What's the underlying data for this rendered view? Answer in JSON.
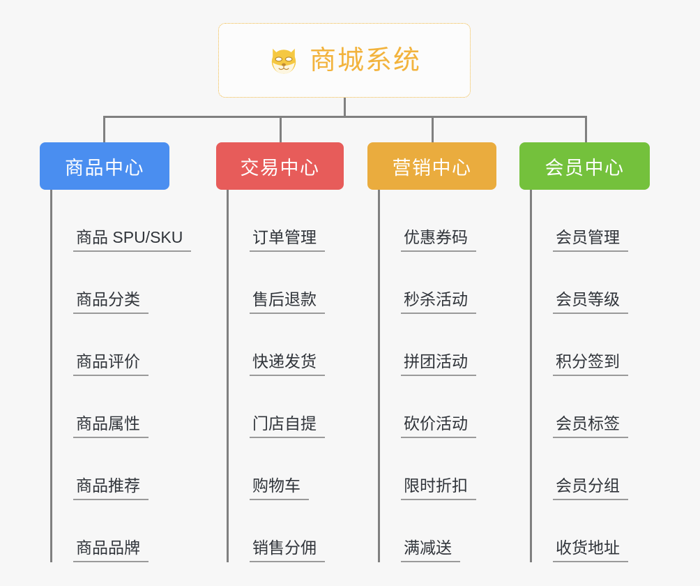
{
  "root": {
    "title": "商城系统",
    "icon": "dog-face-icon",
    "border_color": "#f0b840",
    "text_color": "#f2b33d"
  },
  "colors": {
    "background": "#f7f7f7",
    "connector": "#808080",
    "leaf_text": "#30343a",
    "leaf_underline": "#9a9a9a"
  },
  "columns": [
    {
      "label": "商品中心",
      "color": "#4a8ef0",
      "items": [
        "商品 SPU/SKU",
        "商品分类",
        "商品评价",
        "商品属性",
        "商品推荐",
        "商品品牌"
      ]
    },
    {
      "label": "交易中心",
      "color": "#e75c5a",
      "items": [
        "订单管理",
        "售后退款",
        "快递发货",
        "门店自提",
        "购物车",
        "销售分佣"
      ]
    },
    {
      "label": "营销中心",
      "color": "#eaac3e",
      "items": [
        "优惠券码",
        "秒杀活动",
        "拼团活动",
        "砍价活动",
        "限时折扣",
        "满减送"
      ]
    },
    {
      "label": "会员中心",
      "color": "#74c13c",
      "items": [
        "会员管理",
        "会员等级",
        "积分签到",
        "会员标签",
        "会员分组",
        "收货地址"
      ]
    }
  ]
}
